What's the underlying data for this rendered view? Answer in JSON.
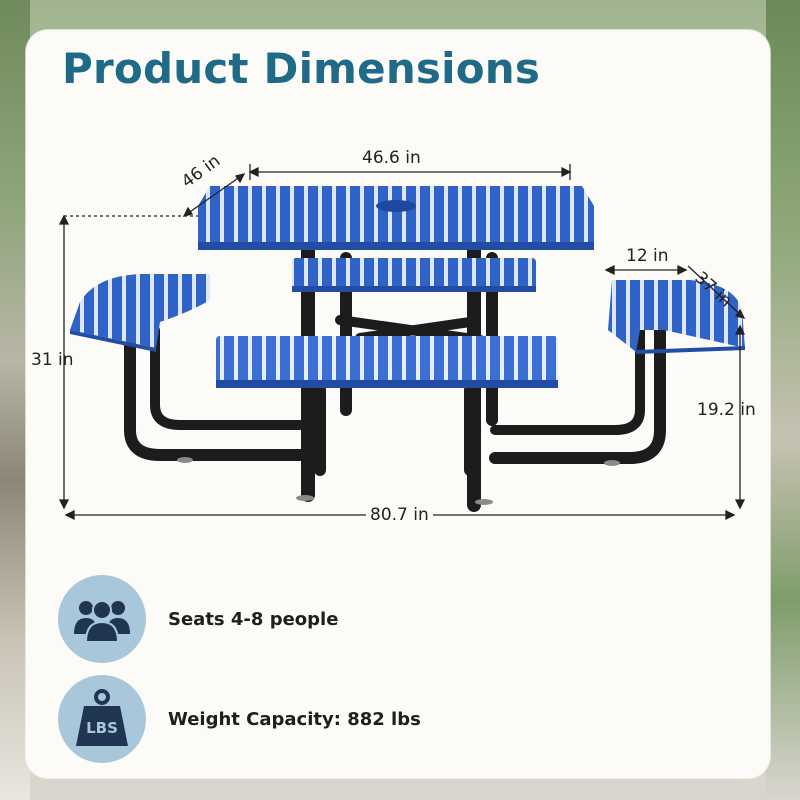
{
  "title": "Product Dimensions",
  "dimensions": {
    "table_width": "46.6 in",
    "table_depth": "46 in",
    "total_height": "31 in",
    "seat_width": "12 in",
    "seat_length": "37 in",
    "seat_height": "19.2 in",
    "overall_width": "80.7 in"
  },
  "features": [
    {
      "icon": "people-icon",
      "text": "Seats 4-8 people"
    },
    {
      "icon": "weight-icon",
      "text": "Weight Capacity: 882 lbs",
      "icon_label": "LBS"
    }
  ],
  "colors": {
    "title": "#1f6a86",
    "bench_blue": "#2f63c8",
    "frame_black": "#1c1c1c",
    "icon_circle": "#a9c7da",
    "icon_navy": "#1f3552"
  }
}
